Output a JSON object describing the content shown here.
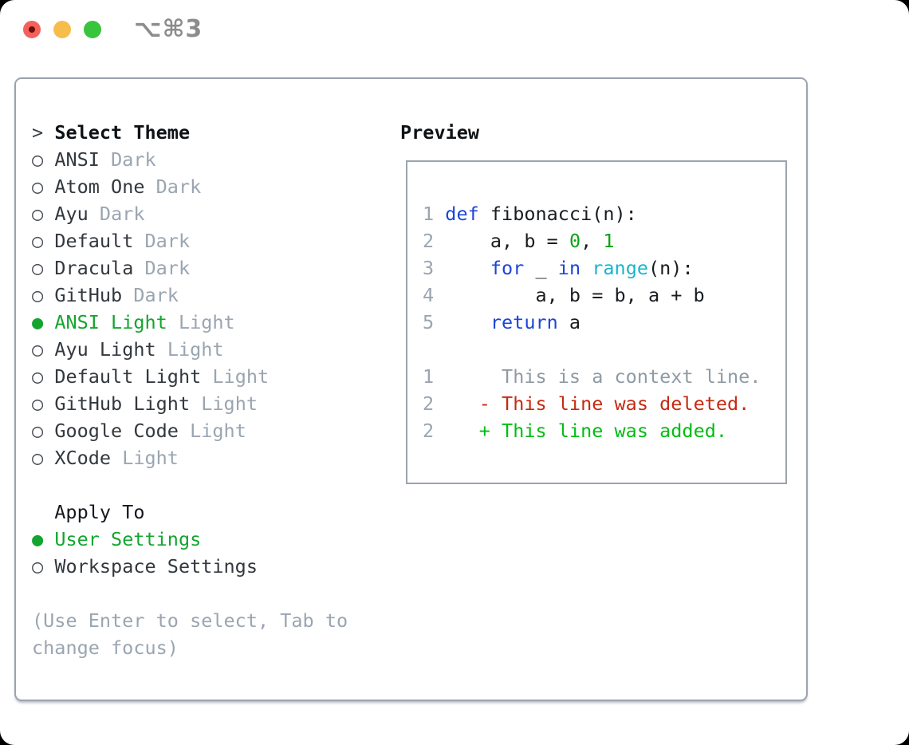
{
  "window": {
    "title": "⌥⌘3",
    "traffic_lights": [
      {
        "name": "close",
        "color": "#f4615c"
      },
      {
        "name": "minimize",
        "color": "#f6bd4b"
      },
      {
        "name": "zoom",
        "color": "#38c43d"
      }
    ]
  },
  "theme_selector": {
    "header": {
      "prefix": ">",
      "label": "Select Theme"
    },
    "items": [
      {
        "name": "ANSI",
        "variant": "Dark",
        "selected": false
      },
      {
        "name": "Atom One",
        "variant": "Dark",
        "selected": false
      },
      {
        "name": "Ayu",
        "variant": "Dark",
        "selected": false
      },
      {
        "name": "Default",
        "variant": "Dark",
        "selected": false
      },
      {
        "name": "Dracula",
        "variant": "Dark",
        "selected": false
      },
      {
        "name": "GitHub",
        "variant": "Dark",
        "selected": false
      },
      {
        "name": "ANSI Light",
        "variant": "Light",
        "selected": true
      },
      {
        "name": "Ayu Light",
        "variant": "Light",
        "selected": false
      },
      {
        "name": "Default Light",
        "variant": "Light",
        "selected": false
      },
      {
        "name": "GitHub Light",
        "variant": "Light",
        "selected": false
      },
      {
        "name": "Google Code",
        "variant": "Light",
        "selected": false
      },
      {
        "name": "XCode",
        "variant": "Light",
        "selected": false
      }
    ],
    "radio_icons": {
      "selected": "●",
      "unselected": "○"
    },
    "apply_to": {
      "label": "Apply To",
      "options": [
        {
          "name": "User Settings",
          "selected": true
        },
        {
          "name": "Workspace Settings",
          "selected": false
        }
      ]
    },
    "hint_lines": [
      "(Use Enter to select, Tab to",
      "change focus)"
    ]
  },
  "preview": {
    "header": "Preview",
    "lines": [
      {
        "num": "1 ",
        "segments": [
          {
            "t": "def",
            "c": "kw"
          },
          {
            "t": " fibonacci(n):",
            "c": "fg"
          }
        ]
      },
      {
        "num": "2 ",
        "segments": [
          {
            "t": "    a, b = ",
            "c": "fg"
          },
          {
            "t": "0",
            "c": "gn"
          },
          {
            "t": ", ",
            "c": "fg"
          },
          {
            "t": "1",
            "c": "gn"
          }
        ]
      },
      {
        "num": "3 ",
        "segments": [
          {
            "t": "    ",
            "c": "fg"
          },
          {
            "t": "for",
            "c": "kw"
          },
          {
            "t": " _ ",
            "c": "fg"
          },
          {
            "t": "in",
            "c": "kw"
          },
          {
            "t": " ",
            "c": "fg"
          },
          {
            "t": "range",
            "c": "cy"
          },
          {
            "t": "(n):",
            "c": "fg"
          }
        ]
      },
      {
        "num": "4 ",
        "segments": [
          {
            "t": "        a, b = b, a + b",
            "c": "fg"
          }
        ]
      },
      {
        "num": "5 ",
        "segments": [
          {
            "t": "    ",
            "c": "fg"
          },
          {
            "t": "return",
            "c": "kw"
          },
          {
            "t": " a",
            "c": "fg"
          }
        ]
      },
      {
        "num": "",
        "segments": []
      },
      {
        "num": "1",
        "segments": [
          {
            "t": "      This is a context line.",
            "c": "ctx"
          }
        ]
      },
      {
        "num": "2",
        "segments": [
          {
            "t": "    ",
            "c": "fg"
          },
          {
            "t": "- This line was deleted.",
            "c": "del"
          }
        ]
      },
      {
        "num": "2",
        "segments": [
          {
            "t": "    ",
            "c": "fg"
          },
          {
            "t": "+ This line was added.",
            "c": "add"
          }
        ]
      }
    ]
  },
  "colors": {
    "accent_green": "#13a52f",
    "keyword_blue": "#1c45d8",
    "builtin_cyan": "#16b6cd",
    "number_green": "#0aa516",
    "diff_deleted_red": "#c52a12",
    "diff_added_green": "#00bd13",
    "muted_gray": "#9aa5b1",
    "panel_border_gray": "#9aa4af",
    "title_gray": "#8c8c8c",
    "traffic_red": "#f4615c",
    "traffic_yellow": "#f6bd4b",
    "traffic_green": "#38c43d"
  }
}
